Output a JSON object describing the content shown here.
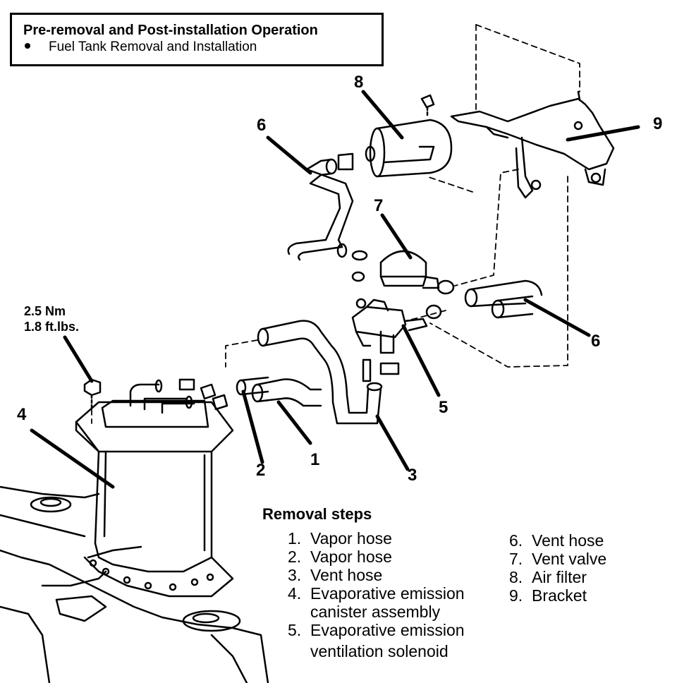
{
  "header": {
    "title": "Pre-removal and Post-installation Operation",
    "items": [
      "Fuel Tank Removal and Installation"
    ]
  },
  "torque": {
    "line1": "2.5 Nm",
    "line2": "1.8 ft.lbs."
  },
  "callouts": [
    "1",
    "2",
    "3",
    "4",
    "5",
    "6",
    "6",
    "7",
    "8",
    "9"
  ],
  "removal_steps": {
    "title": "Removal steps",
    "steps": [
      {
        "num": "1.",
        "text": "Vapor hose"
      },
      {
        "num": "2.",
        "text": "Vapor hose"
      },
      {
        "num": "3.",
        "text": "Vent hose"
      },
      {
        "num": "4.",
        "text": "Evaporative emission",
        "cont": "canister assembly"
      },
      {
        "num": "5.",
        "text": "Evaporative emission",
        "cont": "ventilation solenoid"
      },
      {
        "num": "6.",
        "text": "Vent hose"
      },
      {
        "num": "7.",
        "text": "Vent valve"
      },
      {
        "num": "8.",
        "text": "Air filter"
      },
      {
        "num": "9.",
        "text": "Bracket"
      }
    ]
  }
}
